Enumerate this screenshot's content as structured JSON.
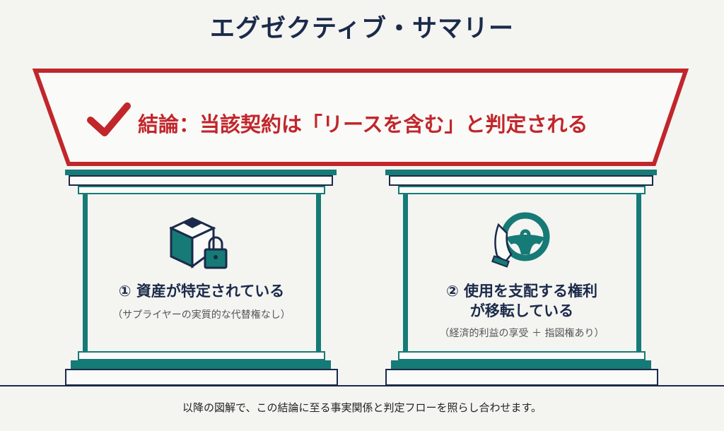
{
  "title": "エグゼクティブ・サマリー",
  "conclusion": {
    "icon": "checkmark-icon",
    "text": "結論：当該契約は「リースを含む」と判定される"
  },
  "pillars": [
    {
      "icon": "locked-box-icon",
      "title": "① 資産が特定されている",
      "subtitle": "（サプライヤーの実質的な代替権なし）"
    },
    {
      "icon": "steering-wheel-hand-icon",
      "title_line1": "② 使用を支配する権利",
      "title_line2": "が移転している",
      "subtitle": "（経済的利益の享受 ＋ 指図権あり）"
    }
  ],
  "caption": "以降の図解で、この結論に至る事実関係と判定フローを照らし合わせます。",
  "colors": {
    "navy": "#1b2a4a",
    "red": "#c1262b",
    "teal": "#167a76"
  }
}
